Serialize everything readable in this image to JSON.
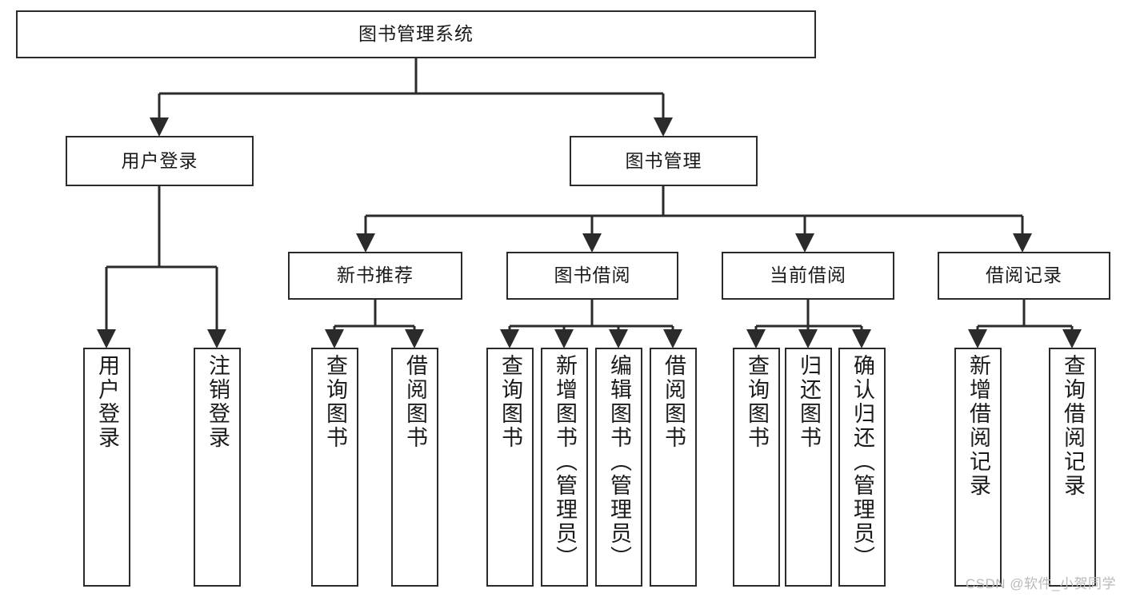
{
  "diagram": {
    "title": "图书管理系统",
    "type": "tree",
    "watermark": "CSDN @软件_小贺同学",
    "colors": {
      "stroke": "#2b2b2b",
      "fill": "#ffffff",
      "text": "#1a1a1a",
      "watermark": "#b9b9b9"
    },
    "nodes": {
      "root": {
        "label": "图书管理系统"
      },
      "level1": [
        {
          "label": "用户登录"
        },
        {
          "label": "图书管理"
        }
      ],
      "level2": [
        {
          "label": "新书推荐"
        },
        {
          "label": "图书借阅"
        },
        {
          "label": "当前借阅"
        },
        {
          "label": "借阅记录"
        }
      ],
      "leaves": {
        "user_login": [
          {
            "label": "用户登录"
          },
          {
            "label": "注销登录"
          }
        ],
        "new_book_recommend": [
          {
            "label": "查询图书"
          },
          {
            "label": "借阅图书"
          }
        ],
        "book_borrow": [
          {
            "label": "查询图书"
          },
          {
            "label": "新增图书（管理员）"
          },
          {
            "label": "编辑图书（管理员）"
          },
          {
            "label": "借阅图书"
          }
        ],
        "current_borrow": [
          {
            "label": "查询图书"
          },
          {
            "label": "归还图书"
          },
          {
            "label": "确认归还（管理员）"
          }
        ],
        "borrow_record": [
          {
            "label": "新增借阅记录"
          },
          {
            "label": "查询借阅记录"
          }
        ]
      }
    }
  }
}
